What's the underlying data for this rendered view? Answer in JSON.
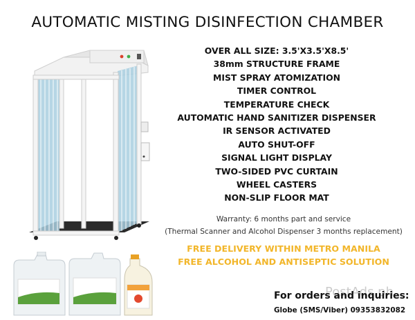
{
  "title": "AUTOMATIC MISTING DISINFECTION CHAMBER",
  "features": [
    "OVER ALL SIZE: 3.5'X3.5'X8.5'",
    "38mm STRUCTURE FRAME",
    "MIST SPRAY ATOMIZATION",
    "TIMER CONTROL",
    "TEMPERATURE CHECK",
    "AUTOMATIC HAND SANITIZER DISPENSER",
    "IR SENSOR ACTIVATED",
    "AUTO SHUT-OFF",
    "SIGNAL LIGHT DISPLAY",
    "TWO-SIDED PVC CURTAIN",
    "WHEEL CASTERS",
    "NON-SLIP FLOOR MAT"
  ],
  "warranty": {
    "line1": "Warranty: 6 months part and service",
    "line2": "(Thermal Scanner and Alcohol Dispenser 3 months replacement)"
  },
  "promo": {
    "line1": "FREE DELIVERY WITHIN METRO MANILA",
    "line2": "FREE ALCOHOL AND ANTISEPTIC SOLUTION"
  },
  "orders": {
    "title": "For orders and inquiries:",
    "contact": "Globe (SMS/Viber) 09353832082"
  },
  "watermark": "PostAds.ph",
  "colors": {
    "promo": "#f2b62a",
    "curtain": "#a9cfe0",
    "signal_red": "#d9412b",
    "signal_green": "#3fae49",
    "label_green": "#5aa13c"
  }
}
